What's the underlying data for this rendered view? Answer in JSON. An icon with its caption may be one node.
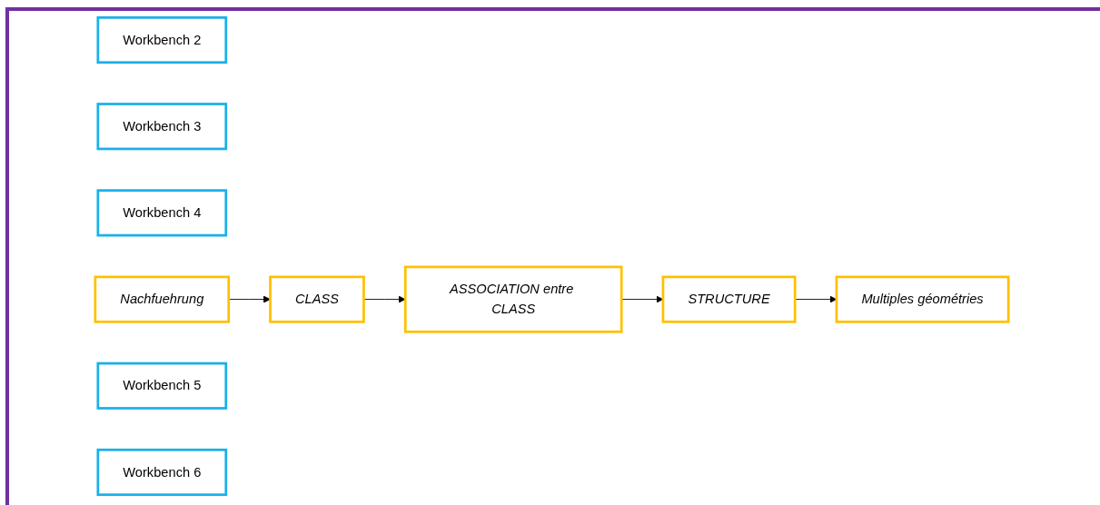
{
  "diagram": {
    "nodes": [
      {
        "text": [
          "Workbench 2"
        ]
      },
      {
        "text": [
          "Workbench 3"
        ]
      },
      {
        "text": [
          "Workbench 4"
        ]
      },
      {
        "text": [
          "Nachfuehrung"
        ]
      },
      {
        "text": [
          "CLASS"
        ]
      },
      {
        "text": [
          "ASSOCIATION entre CLASS"
        ]
      },
      {
        "text": [
          "Workbench 5"
        ]
      },
      {
        "text": [
          "Workbench 6"
        ]
      },
      {
        "text": [
          "STRUCTURE"
        ]
      },
      {
        "text": [
          "Multiples géométries"
        ]
      }
    ],
    "edges": [
      {
        "from": 3,
        "to": 4,
        "arrow": "to"
      },
      {
        "from": 4,
        "to": 5,
        "arrow": "to"
      },
      {
        "from": 5,
        "to": 8,
        "arrow": "to"
      },
      {
        "from": 8,
        "to": 9,
        "arrow": "to"
      }
    ]
  }
}
